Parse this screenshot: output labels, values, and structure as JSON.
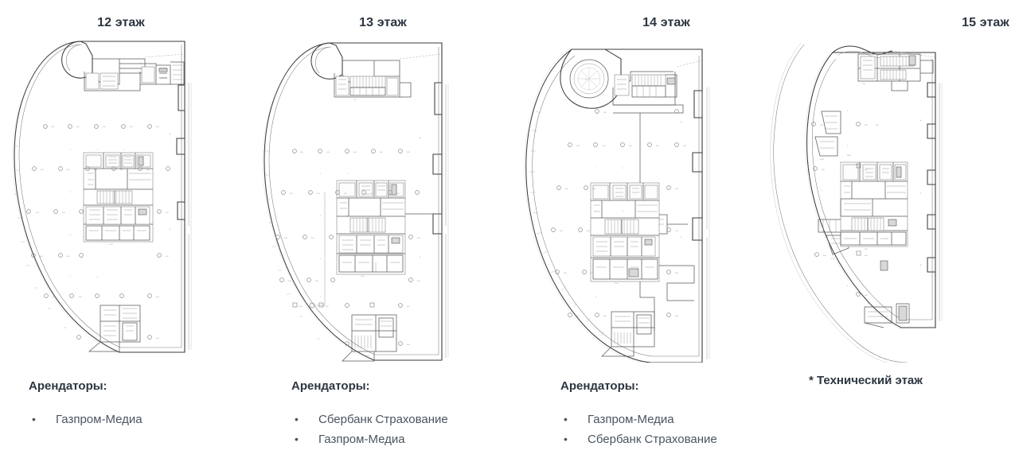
{
  "page": {
    "background_color": "#ffffff",
    "title_color": "#2d3640",
    "body_text_color": "#4a5560"
  },
  "floors": [
    {
      "title": "12 этаж",
      "plan_name": "floor-plan-12",
      "tenants_heading": "Арендаторы:",
      "bullet": "•",
      "tenants": [
        "Газпром-Медиа"
      ]
    },
    {
      "title": "13 этаж",
      "plan_name": "floor-plan-13",
      "tenants_heading": "Арендаторы:",
      "bullet": "•",
      "tenants": [
        "Сбербанк Страхование",
        "Газпром-Медиа"
      ]
    },
    {
      "title": "14 этаж",
      "plan_name": "floor-plan-14",
      "tenants_heading": "Арендаторы:",
      "bullet": "•",
      "tenants": [
        "Газпром-Медиа",
        "Сбербанк Страхование"
      ]
    },
    {
      "title": "15 этаж",
      "plan_name": "floor-plan-15",
      "tenants_heading": "",
      "bullet": "•",
      "tenants": []
    }
  ],
  "technical_note": "* Технический этаж"
}
